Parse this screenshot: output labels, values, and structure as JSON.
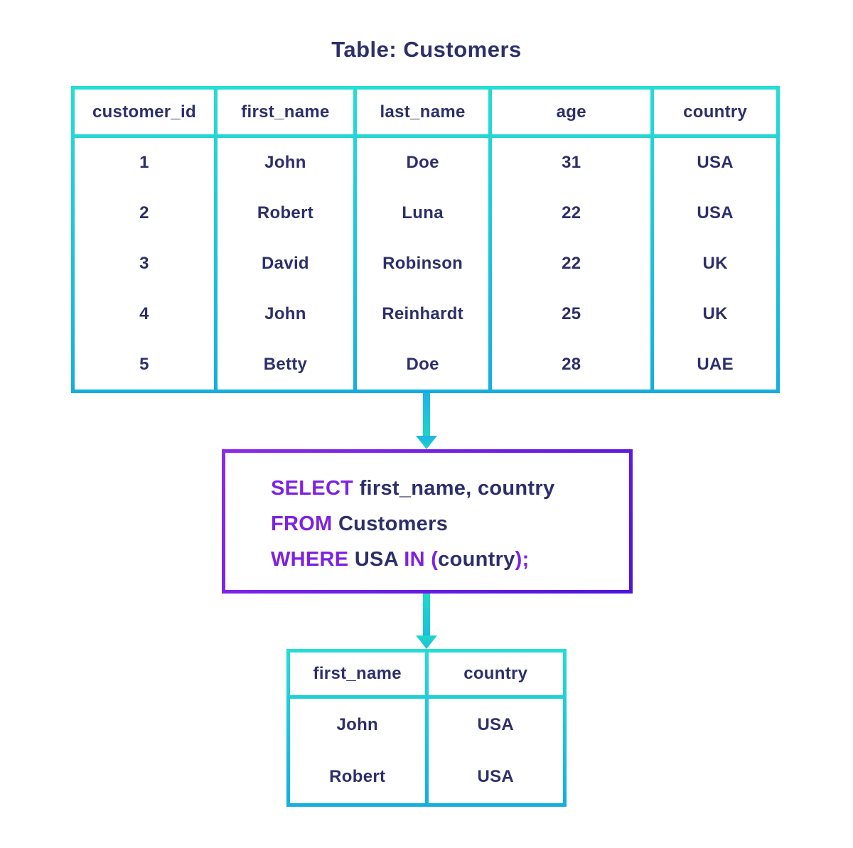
{
  "title": "Table: Customers",
  "colors": {
    "table_border_top": "#25DED2",
    "table_border_bottom": "#14AEDE",
    "text_navy": "#2D2F6B",
    "keyword_purple": "#7D22E2",
    "query_border_start": "#8B2BE8",
    "query_border_end": "#5014DE",
    "background": "#FFFFFF"
  },
  "source_table": {
    "columns": [
      "customer_id",
      "first_name",
      "last_name",
      "age",
      "country"
    ],
    "rows": [
      [
        1,
        "John",
        "Doe",
        31,
        "USA"
      ],
      [
        2,
        "Robert",
        "Luna",
        22,
        "USA"
      ],
      [
        3,
        "David",
        "Robinson",
        22,
        "UK"
      ],
      [
        4,
        "John",
        "Reinhardt",
        25,
        "UK"
      ],
      [
        5,
        "Betty",
        "Doe",
        28,
        "UAE"
      ]
    ]
  },
  "sql_query": {
    "full_text": "SELECT first_name, country FROM Customers WHERE USA IN (country);",
    "line1": [
      {
        "text": "SELECT ",
        "style": "keyword"
      },
      {
        "text": "first_name, country",
        "style": "plain"
      }
    ],
    "line2": [
      {
        "text": "FROM ",
        "style": "keyword"
      },
      {
        "text": "Customers",
        "style": "plain"
      }
    ],
    "line3": [
      {
        "text": "WHERE ",
        "style": "keyword"
      },
      {
        "text": "USA ",
        "style": "plain"
      },
      {
        "text": "IN ",
        "style": "keyword"
      },
      {
        "text": "(",
        "style": "keyword"
      },
      {
        "text": "country",
        "style": "plain"
      },
      {
        "text": ");",
        "style": "keyword"
      }
    ]
  },
  "result_table": {
    "columns": [
      "first_name",
      "country"
    ],
    "rows": [
      [
        "John",
        "USA"
      ],
      [
        "Robert",
        "USA"
      ]
    ]
  }
}
